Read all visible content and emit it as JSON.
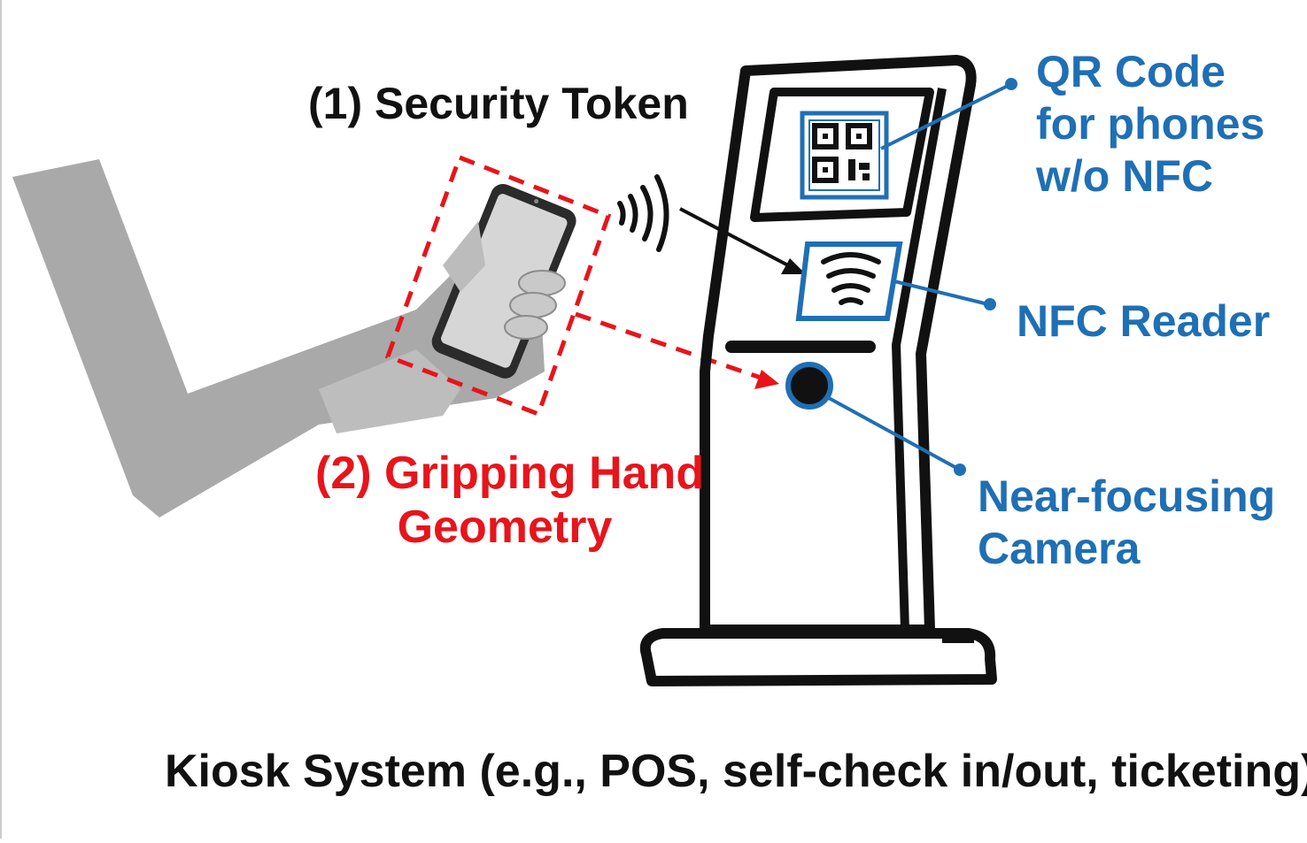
{
  "labels": {
    "security_token": "(1) Security Token",
    "gripping_hand": [
      "(2) Gripping Hand",
      "Geometry"
    ],
    "qr_code": [
      "QR Code",
      "for phones",
      "w/o NFC"
    ],
    "nfc_reader": "NFC Reader",
    "camera": [
      "Near-focusing",
      "Camera"
    ],
    "kiosk_system": "Kiosk System (e.g., POS, self-check in/out, ticketing)"
  },
  "colors": {
    "accent_blue": "#1f6fb5",
    "highlight_red": "#e8141b",
    "outline_black": "#111111",
    "arm_gray": "#a8a8a8"
  },
  "icons": [
    "arm-illustration",
    "smartphone-icon",
    "nfc-wave-icon",
    "qr-code-icon",
    "kiosk-illustration",
    "camera-lens-icon"
  ]
}
